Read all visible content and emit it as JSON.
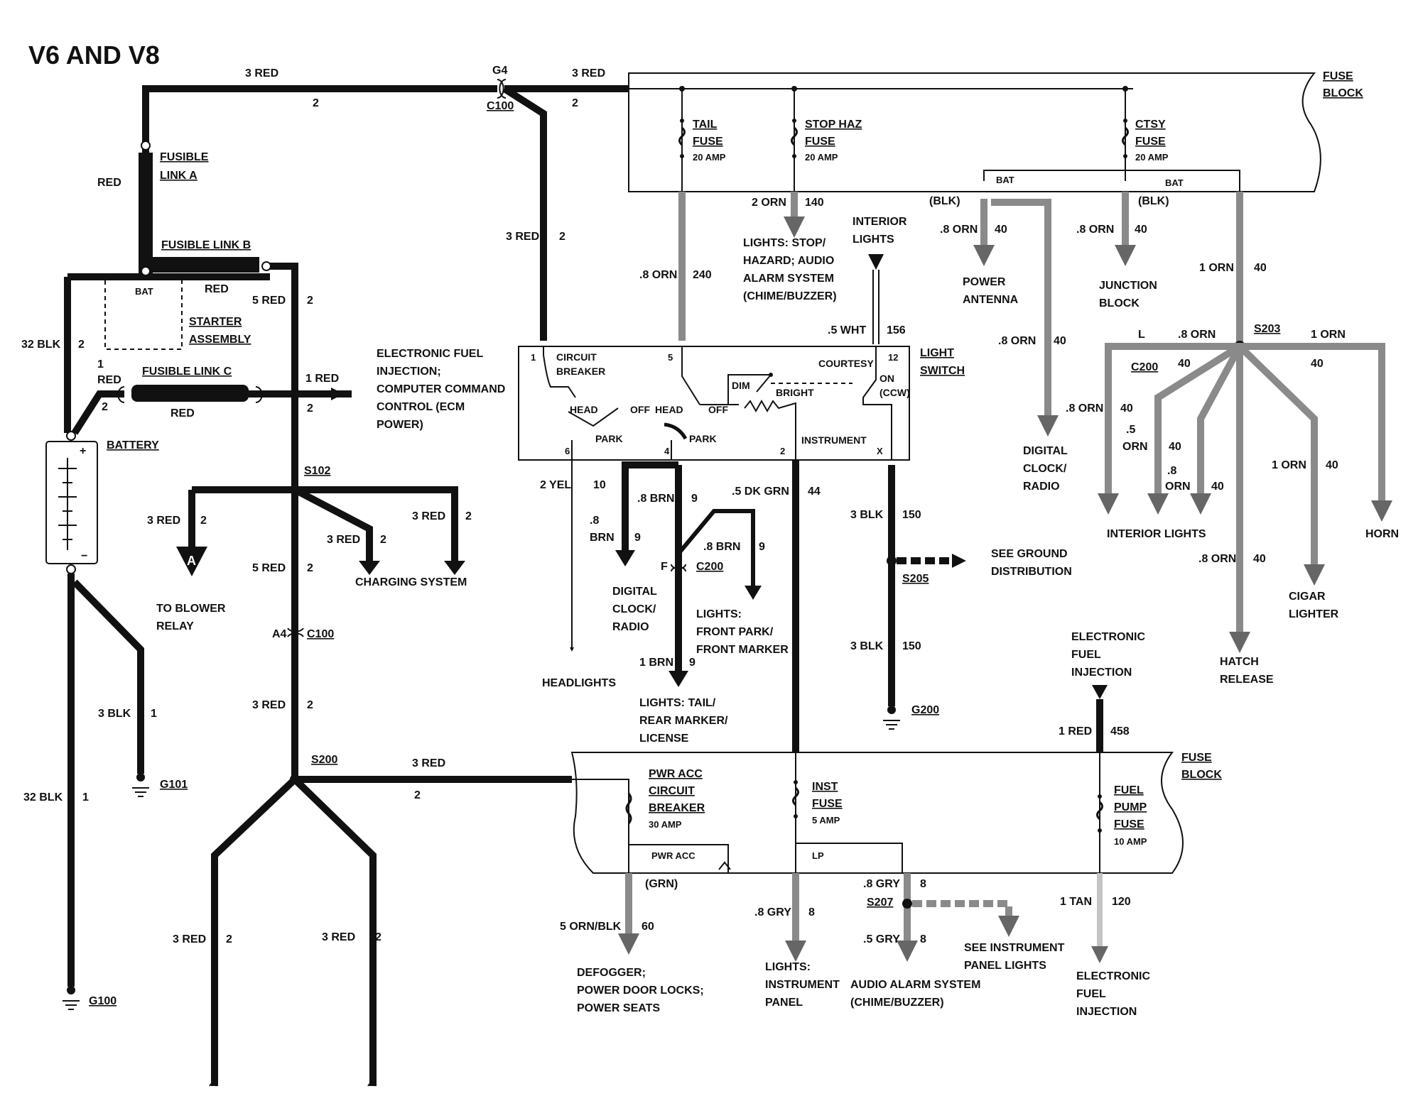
{
  "title": "V6 AND V8",
  "wires": {
    "top_main": [
      "3 RED",
      "2"
    ],
    "top_to_fuse": [
      "3 RED",
      "2"
    ],
    "fusible_red": "RED",
    "starter_red": "RED",
    "batt_left": [
      "32 BLK",
      "2"
    ],
    "link_c_left": [
      "1",
      "RED",
      "2"
    ],
    "link_c_red": "RED",
    "to_ecm": [
      "1 RED",
      "2"
    ],
    "five_red_top": [
      "5 RED",
      "2"
    ],
    "cb_feed": [
      "3 RED",
      "2"
    ],
    "tail_down": [
      ".8 ORN",
      "240"
    ],
    "stop_down": [
      "2 ORN",
      "140"
    ],
    "blower": [
      "3 RED",
      "2"
    ],
    "charging_1": [
      "3 RED",
      "2"
    ],
    "charging_2": [
      "3 RED",
      "2"
    ],
    "five_red_mid": [
      "5 RED",
      "2"
    ],
    "below_c100": [
      "3 RED",
      "2"
    ],
    "g101_wire": [
      "3 BLK",
      "1"
    ],
    "g100_wire": [
      "32 BLK",
      "1"
    ],
    "s200_right": [
      "3 RED",
      "2"
    ],
    "s200_left_down": [
      "3 RED",
      "2"
    ],
    "s200_right_down": [
      "3 RED",
      "2"
    ],
    "head_out": [
      "2 YEL",
      "10"
    ],
    "head_down": [
      ".8",
      "BRN",
      "9"
    ],
    "park_left": [
      ".8 BRN",
      "9"
    ],
    "park_right": [
      ".8 BRN",
      "9"
    ],
    "park_down": [
      "1 BRN",
      "9"
    ],
    "instrument": [
      ".5 DK GRN",
      "44"
    ],
    "courtesy_out": [
      ".5 WHT",
      "156"
    ],
    "ground_top": [
      "3 BLK",
      "150"
    ],
    "ground_bot": [
      "3 BLK",
      "150"
    ],
    "power_antenna": [
      ".8 ORN",
      "40"
    ],
    "junction": [
      ".8 ORN",
      "40"
    ],
    "clock_radio": [
      ".8 ORN",
      "40"
    ],
    "ctsy_down": [
      "1 ORN",
      "40"
    ],
    "s203_left": [
      ".8 ORN",
      "40"
    ],
    "s203_right": [
      "1 ORN",
      "40"
    ],
    "int_1": [
      ".8 ORN",
      "40"
    ],
    "int_2": [
      ".5",
      "ORN",
      "40"
    ],
    "int_3": [
      ".8",
      "ORN",
      "40"
    ],
    "cigar": [
      "1 ORN",
      "40"
    ],
    "hatch": [
      ".8 ORN",
      "40"
    ],
    "efi_in": [
      "1 RED",
      "458"
    ],
    "efi_out": [
      "1 TAN",
      "120"
    ],
    "pwr_acc": [
      "5 ORN/BLK",
      "60"
    ],
    "inst_lights": [
      ".8 GRY",
      "8"
    ],
    "lp_out": [
      ".8 GRY",
      "8"
    ],
    "audio": [
      ".5 GRY",
      "8"
    ]
  },
  "labels": {
    "fusible_link_a": [
      "FUSIBLE",
      "LINK A"
    ],
    "fusible_link_b": "FUSIBLE LINK B",
    "fusible_link_c": "FUSIBLE LINK C",
    "bat": "BAT",
    "starter": [
      "STARTER",
      "ASSEMBLY"
    ],
    "battery": "BATTERY",
    "g4": "G4",
    "c100": "C100",
    "c100_lower": "C100",
    "a4": "A4",
    "s102": "S102",
    "s200": "S200",
    "s203": "S203",
    "s205": "S205",
    "s207": "S207",
    "c200": "C200",
    "c200_l": "L",
    "c200_f": "F",
    "c200_mid": "C200",
    "g100": "G100",
    "g101": "G101",
    "g200": "G200",
    "conn_a": "A",
    "plus": "+",
    "minus": "−"
  },
  "fuse_block_top": {
    "title": [
      "FUSE",
      "BLOCK"
    ],
    "tail": [
      "TAIL",
      "FUSE",
      "20 AMP"
    ],
    "stop": [
      "STOP HAZ",
      "FUSE",
      "20 AMP"
    ],
    "ctsy": [
      "CTSY",
      "FUSE",
      "20 AMP"
    ],
    "bat_left": "BAT",
    "bat_right": "BAT",
    "blk_left": "(BLK)",
    "blk_right": "(BLK)"
  },
  "fuse_block_bottom": {
    "title": [
      "FUSE",
      "BLOCK"
    ],
    "pwr_acc_cb": [
      "PWR ACC",
      "CIRCUIT",
      "BREAKER",
      "30 AMP"
    ],
    "inst": [
      "INST",
      "FUSE",
      "5 AMP"
    ],
    "fuel_pump": [
      "FUEL",
      "PUMP",
      "FUSE",
      "10 AMP"
    ],
    "pwr_acc": "PWR ACC",
    "lp": "LP",
    "grn": "(GRN)"
  },
  "light_switch": {
    "title": [
      "LIGHT",
      "SWITCH"
    ],
    "circuit_breaker": [
      "CIRCUIT",
      "BREAKER"
    ],
    "head_left": "HEAD",
    "off_left": "OFF",
    "park_left": "PARK",
    "head_right": "HEAD",
    "off_right": "OFF",
    "park_right": "PARK",
    "dim": "DIM",
    "bright": "BRIGHT",
    "courtesy": "COURTESY",
    "on_ccw": [
      "ON",
      "(CCW)"
    ],
    "instrument": "INSTRUMENT",
    "pins": [
      "1",
      "5",
      "12",
      "6",
      "4",
      "2",
      "X"
    ]
  },
  "destinations": {
    "ecm": [
      "ELECTRONIC FUEL",
      "INJECTION;",
      "COMPUTER COMMAND",
      "CONTROL (ECM",
      "POWER)"
    ],
    "stop_haz": [
      "LIGHTS: STOP/",
      "HAZARD; AUDIO",
      "ALARM SYSTEM",
      "(CHIME/BUZZER)"
    ],
    "interior_lights_top": [
      "INTERIOR",
      "LIGHTS"
    ],
    "power_antenna": [
      "POWER",
      "ANTENNA"
    ],
    "junction_block": [
      "JUNCTION",
      "BLOCK"
    ],
    "digital_clock_right": [
      "DIGITAL",
      "CLOCK/",
      "RADIO"
    ],
    "blower": [
      "TO BLOWER",
      "RELAY"
    ],
    "charging": "CHARGING SYSTEM",
    "headlights": "HEADLIGHTS",
    "digital_clock_mid": [
      "DIGITAL",
      "CLOCK/",
      "RADIO"
    ],
    "front_park": [
      "LIGHTS:",
      "FRONT PARK/",
      "FRONT MARKER"
    ],
    "tail_lights": [
      "LIGHTS: TAIL/",
      "REAR MARKER/",
      "LICENSE"
    ],
    "ground_dist": [
      "SEE GROUND",
      "DISTRIBUTION"
    ],
    "interior_lights": "INTERIOR LIGHTS",
    "horn": "HORN",
    "cigar": [
      "CIGAR",
      "LIGHTER"
    ],
    "hatch": [
      "HATCH",
      "RELEASE"
    ],
    "efi_top": [
      "ELECTRONIC",
      "FUEL",
      "INJECTION"
    ],
    "defogger": [
      "DEFOGGER;",
      "POWER DOOR LOCKS;",
      "POWER SEATS"
    ],
    "inst_panel": [
      "LIGHTS:",
      "INSTRUMENT",
      "PANEL"
    ],
    "audio": [
      "AUDIO ALARM SYSTEM",
      "(CHIME/BUZZER)"
    ],
    "see_inst": [
      "SEE INSTRUMENT",
      "PANEL LIGHTS"
    ],
    "efi_bottom": [
      "ELECTRONIC",
      "FUEL",
      "INJECTION"
    ]
  }
}
